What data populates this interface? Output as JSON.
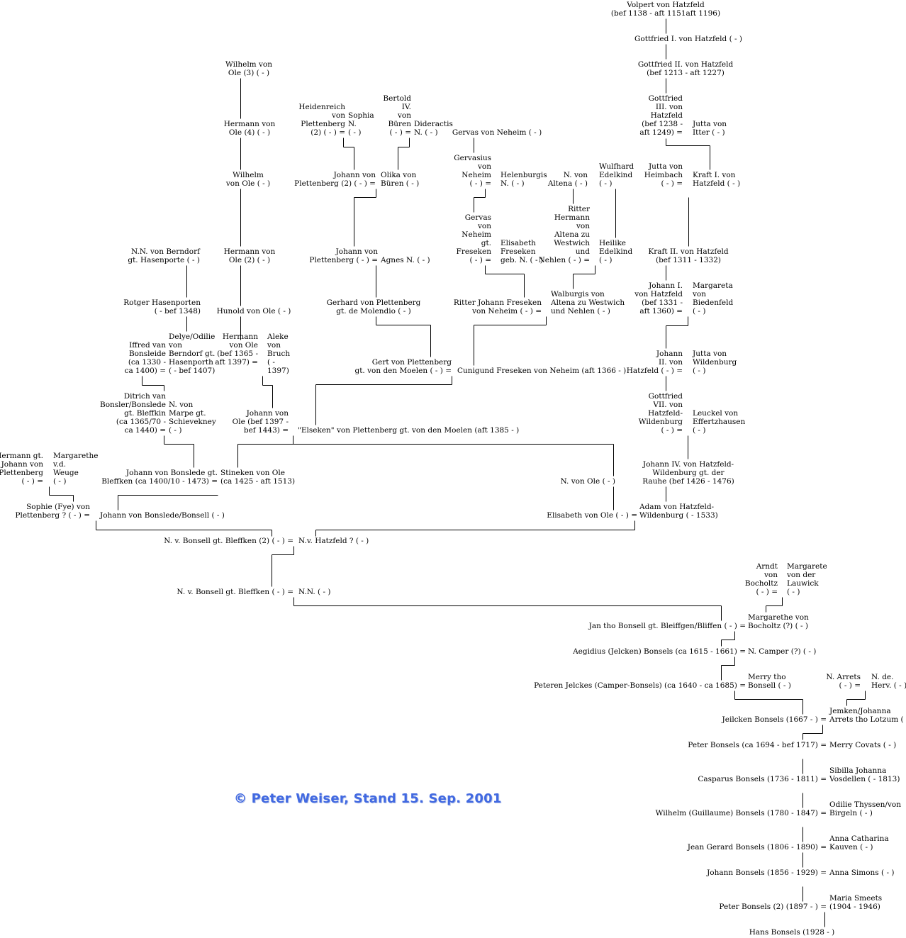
{
  "persons": [
    {
      "id": "volpert",
      "lines": [
        "Volpert von Hatzfeld",
        "(bef 1138 - aft 1151aft 1196)"
      ]
    },
    {
      "id": "gottfried1",
      "lines": [
        "Gottfried I. von Hatzfeld ( - )"
      ]
    },
    {
      "id": "gottfried2",
      "lines": [
        "Gottfried II. von Hatzfeld",
        "(bef 1213 - aft 1227)"
      ]
    },
    {
      "id": "gottfried3",
      "lines": [
        "Gottfried",
        "III. von",
        "Hatzfeld",
        "(bef 1238 -",
        "aft 1249) ="
      ]
    },
    {
      "id": "jutta_itter",
      "lines": [
        "Jutta von",
        "Itter ( - )"
      ]
    },
    {
      "id": "jutta_heimbach",
      "lines": [
        "Jutta von",
        "Heimbach",
        "( - ) ="
      ]
    },
    {
      "id": "kraft1",
      "lines": [
        "Kraft I. von",
        "Hatzfeld ( - )"
      ]
    },
    {
      "id": "kraft2",
      "lines": [
        "Kraft II. von Hatzfeld",
        "(bef 1311 - 1332)"
      ]
    },
    {
      "id": "johann1_hatz",
      "lines": [
        "Johann I.",
        "von Hatzfeld",
        "(bef 1331 -",
        "aft 1360) ="
      ]
    },
    {
      "id": "margareta_bied",
      "lines": [
        "Margareta",
        "von",
        "Biedenfeld",
        "( - )"
      ]
    },
    {
      "id": "johann2_hatz",
      "lines": [
        "Johann",
        "II. von",
        "Hatzfeld ( - ) ="
      ]
    },
    {
      "id": "jutta_wild",
      "lines": [
        "Jutta von",
        "Wildenburg",
        "( - )"
      ]
    },
    {
      "id": "gottfried7",
      "lines": [
        "Gottfried",
        "VII. von",
        "Hatzfeld-",
        "Wildenburg",
        "( - ) ="
      ]
    },
    {
      "id": "leuckel",
      "lines": [
        "Leuckel von",
        "Effertzhausen",
        "( - )"
      ]
    },
    {
      "id": "johann4_hatz",
      "lines": [
        "Johann IV. von Hatzfeld-",
        "Wildenburg gt. der",
        "Rauhe (bef 1426 - 1476)"
      ]
    },
    {
      "id": "adam_hatz",
      "lines": [
        "Adam von Hatzfeld-",
        "Wildenburg ( - 1533)"
      ]
    },
    {
      "id": "nvonole",
      "lines": [
        "N. von Ole ( - )"
      ]
    },
    {
      "id": "elisabeth_ole",
      "lines": [
        "Elisabeth von Ole ( - ) ="
      ]
    },
    {
      "id": "wilhelm_ole3",
      "lines": [
        "Wilhelm von",
        "Ole (3) ( - )"
      ]
    },
    {
      "id": "hermann_ole4",
      "lines": [
        "Hermann von",
        "Ole (4) ( - )"
      ]
    },
    {
      "id": "wilhelm_ole",
      "lines": [
        "Wilhelm",
        "von Ole ( - )"
      ]
    },
    {
      "id": "hermann_ole2",
      "lines": [
        "Hermann von",
        "Ole (2) ( - )"
      ]
    },
    {
      "id": "hunold_ole",
      "lines": [
        "Hunold von Ole ( - )"
      ]
    },
    {
      "id": "hermann_ole",
      "lines": [
        "Hermann",
        "von Ole",
        "(bef 1365 -",
        "aft 1397) ="
      ]
    },
    {
      "id": "aleke",
      "lines": [
        "Aleke",
        "von",
        "Bruch",
        "( -",
        "1397)"
      ]
    },
    {
      "id": "johann_ole",
      "lines": [
        "Johann von",
        "Ole (bef 1397 -",
        "bef 1443) ="
      ]
    },
    {
      "id": "elseken",
      "lines": [
        "\"Elseken\" von Plettenberg gt. von den Moelen (aft 1385 - )"
      ]
    },
    {
      "id": "stineken",
      "lines": [
        "Stineken von Ole",
        "(ca 1425 - aft 1513)"
      ]
    },
    {
      "id": "johann_bonslede_b",
      "lines": [
        "Johann von Bonslede gt.",
        "Bleffken (ca 1400/10 - 1473) ="
      ]
    },
    {
      "id": "nn_berndorf",
      "lines": [
        "N.N. von Berndorf",
        "gt. Hasenporte ( - )"
      ]
    },
    {
      "id": "rotger",
      "lines": [
        "Rotger Hasenporten",
        "( - bef 1348)"
      ]
    },
    {
      "id": "iffred",
      "lines": [
        "Iffred van",
        "Bonsleide",
        "(ca 1330 -",
        "ca 1400) ="
      ]
    },
    {
      "id": "delye",
      "lines": [
        "Delye/Odilie",
        "von",
        "Berndorf gt.",
        "Hasenporth",
        "( - bef 1407)"
      ]
    },
    {
      "id": "ditrich",
      "lines": [
        "Ditrich van",
        "Bonsler/Bonslede",
        "gt. Bleffkin",
        "(ca 1365/70 -",
        "ca 1440) ="
      ]
    },
    {
      "id": "nvonmarpe",
      "lines": [
        "N. von",
        "Marpe gt.",
        "Schievekney",
        "( - )"
      ]
    },
    {
      "id": "hermann_plett_gt",
      "lines": [
        "Hermann gt.",
        "Johann von",
        "Plettenberg",
        "( - ) ="
      ]
    },
    {
      "id": "margarethe_weuge",
      "lines": [
        "Margarethe",
        "v.d.",
        "Weuge",
        "( - )"
      ]
    },
    {
      "id": "sophie",
      "lines": [
        "Sophie (Fye) von",
        "Plettenberg ? ( - ) ="
      ]
    },
    {
      "id": "johann_bonslede",
      "lines": [
        "Johann von Bonslede/Bonsell ( - )"
      ]
    },
    {
      "id": "heidenreich",
      "lines": [
        "Heidenreich",
        "von",
        "Plettenberg",
        "(2) ( - ) ="
      ]
    },
    {
      "id": "sophia_n",
      "lines": [
        "Sophia",
        "N.",
        "( - )"
      ]
    },
    {
      "id": "bertold",
      "lines": [
        "Bertold",
        "IV.",
        "von",
        "Büren",
        "( - ) ="
      ]
    },
    {
      "id": "dideractis",
      "lines": [
        "Dideractis",
        "N. ( - )"
      ]
    },
    {
      "id": "johann_plett2",
      "lines": [
        "Johann von",
        "Plettenberg (2) ( - ) ="
      ]
    },
    {
      "id": "olika",
      "lines": [
        "Olika von",
        "Büren ( - )"
      ]
    },
    {
      "id": "johann_plett",
      "lines": [
        "Johann von",
        "Plettenberg ( - ) ="
      ]
    },
    {
      "id": "agnes",
      "lines": [
        "Agnes N. ( - )"
      ]
    },
    {
      "id": "gerhard",
      "lines": [
        "Gerhard von Plettenberg",
        "gt. de Molendio ( - )"
      ]
    },
    {
      "id": "gert",
      "lines": [
        "Gert von Plettenberg",
        "gt. von den Moelen ( - ) ="
      ]
    },
    {
      "id": "cunigund",
      "lines": [
        "Cunigund Freseken von Neheim (aft 1366 - )"
      ]
    },
    {
      "id": "gervas_neheim",
      "lines": [
        "Gervas von Neheim ( - )"
      ]
    },
    {
      "id": "gervasius",
      "lines": [
        "Gervasius",
        "von",
        "Neheim",
        "( - ) ="
      ]
    },
    {
      "id": "helenburgis",
      "lines": [
        "Helenburgis",
        "N. ( - )"
      ]
    },
    {
      "id": "gervas_fres",
      "lines": [
        "Gervas",
        "von",
        "Neheim",
        "gt.",
        "Freseken",
        "( - ) ="
      ]
    },
    {
      "id": "elisabeth_fres",
      "lines": [
        "Elisabeth",
        "Freseken",
        "geb. N. ( - )"
      ]
    },
    {
      "id": "ritter_johann",
      "lines": [
        "Ritter Johann Freseken",
        "von Neheim ( - ) ="
      ]
    },
    {
      "id": "walburgis",
      "lines": [
        "Walburgis von",
        "Altena zu Westwich",
        "und Nehlen ( - )"
      ]
    },
    {
      "id": "nvonaltena",
      "lines": [
        "N. von",
        "Altena ( - )"
      ]
    },
    {
      "id": "wulfhard",
      "lines": [
        "Wulfhard",
        "Edelkind",
        "( - )"
      ]
    },
    {
      "id": "ritter_hermann",
      "lines": [
        "Ritter",
        "Hermann",
        "von",
        "Altena zu",
        "Westwich",
        "und",
        "Nehlen ( - ) ="
      ]
    },
    {
      "id": "heilike",
      "lines": [
        "Heilike",
        "Edelkind",
        "( - )"
      ]
    },
    {
      "id": "nvbonsell2",
      "lines": [
        "N. v. Bonsell gt. Bleffken (2) ( - ) ="
      ]
    },
    {
      "id": "nvhatzfeld",
      "lines": [
        "N.v. Hatzfeld ? ( - )"
      ]
    },
    {
      "id": "nvbonsell",
      "lines": [
        "N. v. Bonsell gt. Bleffken ( - ) ="
      ]
    },
    {
      "id": "nnn",
      "lines": [
        "N.N. ( - )"
      ]
    },
    {
      "id": "arndt",
      "lines": [
        "Arndt",
        "von",
        "Bocholtz",
        "( - ) ="
      ]
    },
    {
      "id": "margarete_lauwick",
      "lines": [
        "Margarete",
        "von der",
        "Lauwick",
        "( - )"
      ]
    },
    {
      "id": "jan",
      "lines": [
        "Jan tho Bonsell gt. Bleiffgen/Bliffen ( - ) ="
      ]
    },
    {
      "id": "margarethe_boch",
      "lines": [
        "Margarethe von",
        "Bocholtz (?) ( - )"
      ]
    },
    {
      "id": "aegidius",
      "lines": [
        "Aegidius (Jelcken) Bonsels (ca 1615 - 1661) ="
      ]
    },
    {
      "id": "ncamper",
      "lines": [
        "N. Camper (?) ( - )"
      ]
    },
    {
      "id": "peteren",
      "lines": [
        "Peteren Jelckes (Camper-Bonsels) (ca 1640 - ca 1685) ="
      ]
    },
    {
      "id": "merry_bonsell",
      "lines": [
        "Merry tho",
        "Bonsell ( - )"
      ]
    },
    {
      "id": "narrets",
      "lines": [
        "N. Arrets",
        "( - ) ="
      ]
    },
    {
      "id": "nde",
      "lines": [
        "N. de.",
        "Herv. ( - )"
      ]
    },
    {
      "id": "jeilcken",
      "lines": [
        "Jeilcken Bonsels (1667 - ) ="
      ]
    },
    {
      "id": "jemken",
      "lines": [
        "Jemken/Johanna",
        "Arrets tho Lotzum ( - )"
      ]
    },
    {
      "id": "peter_bonsels",
      "lines": [
        "Peter Bonsels (ca 1694 - bef 1717) ="
      ]
    },
    {
      "id": "merry_covats",
      "lines": [
        "Merry Covats ( - )"
      ]
    },
    {
      "id": "casparus",
      "lines": [
        "Casparus Bonsels (1736 - 1811) ="
      ]
    },
    {
      "id": "sibilla",
      "lines": [
        "Sibilla Johanna",
        "Vosdellen ( - 1813)"
      ]
    },
    {
      "id": "wilhelm_b",
      "lines": [
        "Wilhelm (Guillaume) Bonsels (1780 - 1847) ="
      ]
    },
    {
      "id": "odilie",
      "lines": [
        "Odilie Thyssen/von",
        "Birgeln ( - )"
      ]
    },
    {
      "id": "jean",
      "lines": [
        "Jean Gerard Bonsels (1806 - 1890) ="
      ]
    },
    {
      "id": "anna_kauven",
      "lines": [
        "Anna Catharina",
        "Kauven ( - )"
      ]
    },
    {
      "id": "johann_b",
      "lines": [
        "Johann Bonsels (1856 - 1929) ="
      ]
    },
    {
      "id": "anna_simons",
      "lines": [
        "Anna Simons ( - )"
      ]
    },
    {
      "id": "peter2",
      "lines": [
        "Peter Bonsels (2) (1897 - ) ="
      ]
    },
    {
      "id": "maria",
      "lines": [
        "Maria Smeets",
        "(1904 - 1946)"
      ]
    },
    {
      "id": "hans",
      "lines": [
        "Hans Bonsels (1928 - )"
      ]
    }
  ],
  "copyright": "©  Peter Weiser, Stand 15. Sep. 2001"
}
